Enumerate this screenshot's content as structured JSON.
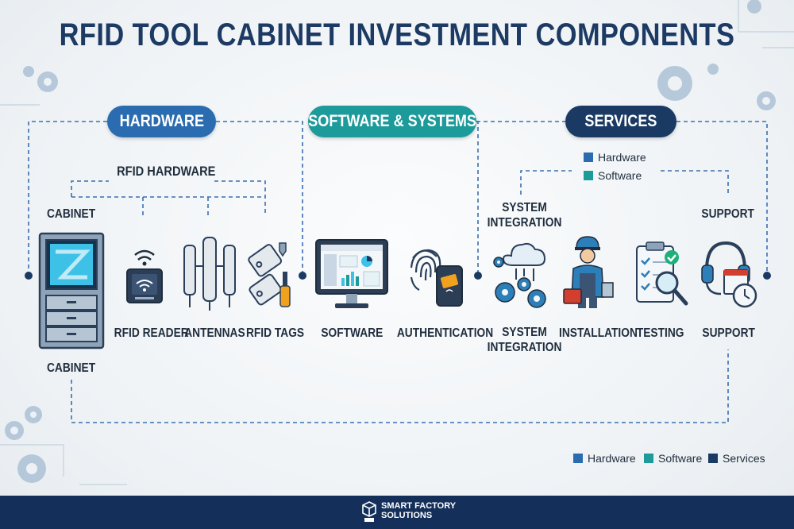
{
  "title": "RFID TOOL CABINET INVESTMENT COMPONENTS",
  "colors": {
    "hardware": "#2b6cb0",
    "software": "#1d9a9a",
    "services": "#1a3a63",
    "dot": "#1a3a63"
  },
  "categories": {
    "hardware": "HARDWARE",
    "software": "SOFTWARE & SYSTEMS",
    "services": "SERVICES"
  },
  "rfid_hardware_group": "RFID HARDWARE",
  "components": {
    "cabinet_top": "CABINET",
    "cabinet_bottom": "CABINET",
    "rfid_reader": "RFID READER",
    "antennas": "ANTENNAS",
    "rfid_tags": "RFID TAGS",
    "software": "SOFTWARE",
    "authentication": "AUTHENTICATION",
    "system_integration_top": "SYSTEM\nINTEGRATION",
    "system_integration_bottom": "SYSTEM\nINTEGRATION",
    "installation": "INSTALLATION",
    "testing": "TESTING",
    "support_top": "SUPPORT",
    "support_bottom": "SUPPORT"
  },
  "services_legend": [
    {
      "label": "Hardware",
      "color": "#2b6cb0"
    },
    {
      "label": "Software",
      "color": "#1d9a9a"
    }
  ],
  "bottom_legend": [
    {
      "label": "Hardware",
      "color": "#2b6cb0"
    },
    {
      "label": "Software",
      "color": "#1d9a9a"
    },
    {
      "label": "Services",
      "color": "#1a3a63"
    }
  ],
  "footer": {
    "brand_line1": "SMART FACTORY",
    "brand_line2": "SOLUTIONS",
    "logo_icon": "cube-logo-icon"
  }
}
